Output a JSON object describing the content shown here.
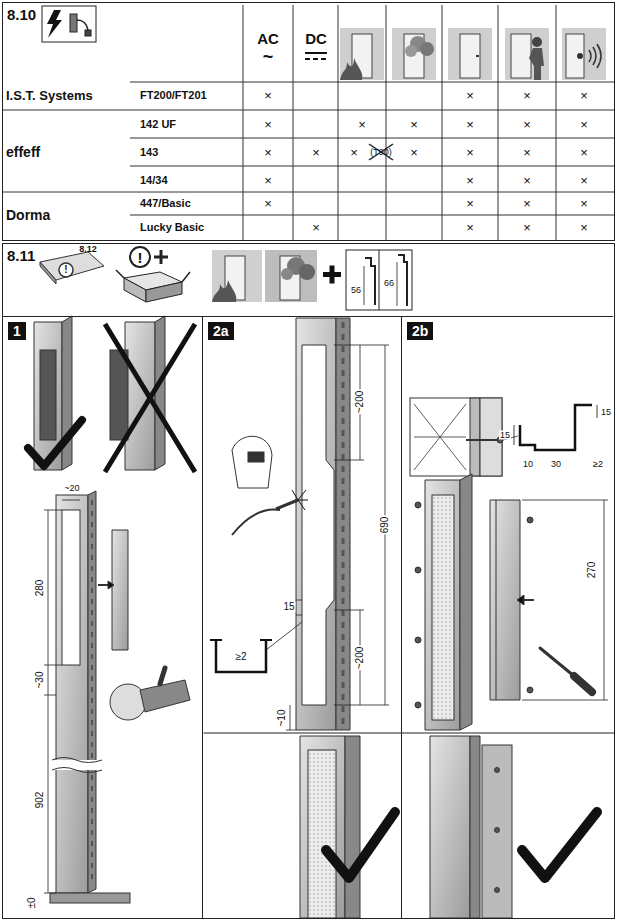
{
  "diagram": {
    "nodes": [
      {
        "text": [
          "8.10"
        ]
      },
      {
        "text": [
          "8.11"
        ]
      },
      {
        "text": [
          "1"
        ],
        "in": 1
      },
      {
        "text": [
          "2a"
        ],
        "in": 1
      },
      {
        "text": [
          "2b"
        ],
        "in": 1
      }
    ],
    "labels": [
      "AC",
      "~",
      "DC",
      "I.S.T. Systems",
      "FT200/FT201",
      "×",
      "×",
      "×",
      "×",
      "effeff",
      "142 UF",
      "×",
      "×",
      "×",
      "×",
      "×",
      "×",
      "143",
      "×",
      "×",
      "×",
      "(T90)",
      "×",
      "×",
      "×",
      "×",
      "14/34",
      "×",
      "×",
      "×",
      "×",
      "Dorma",
      "447/Basic",
      "×",
      "×",
      "×",
      "×",
      "Lucky Basic",
      "×",
      "×",
      "×",
      "×",
      "8.12",
      "56",
      "66",
      "~20",
      "280",
      "~30",
      "902",
      "±0",
      "~200",
      "690",
      "15",
      "≥2",
      "~200",
      "~10",
      "15",
      "15",
      "10",
      "30",
      "≥2",
      "270",
      "!",
      "!"
    ]
  }
}
